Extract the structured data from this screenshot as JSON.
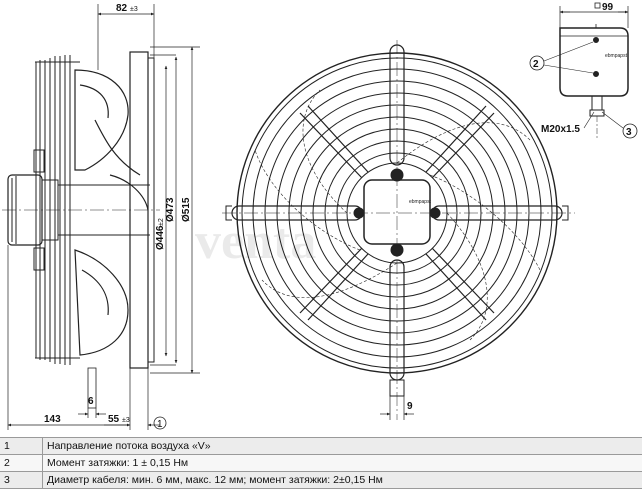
{
  "dimensions": {
    "depth": "82",
    "depth_tol": "±3",
    "box_width": "99",
    "guard_dia": "Ø446",
    "guard_dia_tol": "±2",
    "inner_dia": "Ø473",
    "outer_dia": "Ø515",
    "side_offset": "143",
    "mount_depth": "55",
    "mount_tol": "±3",
    "slot_width": "6",
    "foot_width": "9",
    "gland": "M20x1.5"
  },
  "callouts": {
    "one": "1",
    "two": "2",
    "three": "3"
  },
  "brand": {
    "box_label": "ebmpapst",
    "watermark": "venta"
  },
  "notes": [
    {
      "num": "1",
      "text": "Направление потока воздуха «V»"
    },
    {
      "num": "2",
      "text": "Момент затяжки: 1 ± 0,15 Нм"
    },
    {
      "num": "3",
      "text": "Диаметр кабеля: мин. 6 мм, макс. 12 мм; момент затяжки: 2±0,15 Нм"
    }
  ],
  "colors": {
    "line": "#222222",
    "table_odd": "#ececec",
    "table_even": "#f7f7f7"
  }
}
